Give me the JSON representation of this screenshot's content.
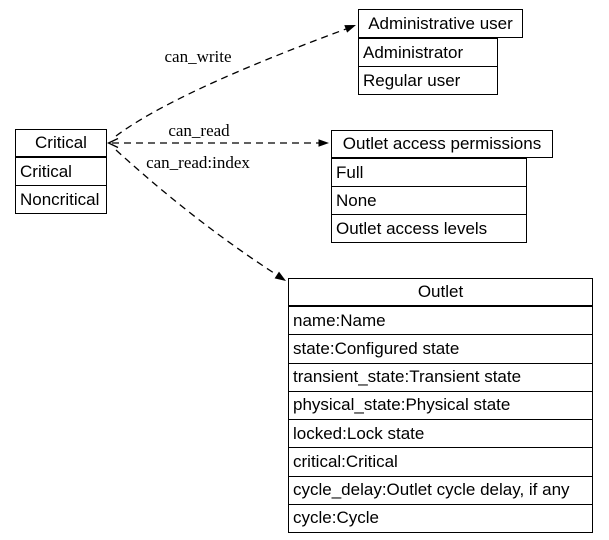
{
  "diagram": {
    "background_color": "#ffffff",
    "stroke_color": "#000000",
    "nodes": {
      "critical": {
        "title": "Critical",
        "rows": [
          "Critical",
          "Noncritical"
        ]
      },
      "admin_user": {
        "title": "Administrative user",
        "rows": [
          "Administrator",
          "Regular user"
        ]
      },
      "outlet_access": {
        "title": "Outlet access permissions",
        "rows": [
          "Full",
          "None",
          "Outlet access levels"
        ]
      },
      "outlet": {
        "title": "Outlet",
        "rows": [
          "name:Name",
          "state:Configured state",
          "transient_state:Transient state",
          "physical_state:Physical state",
          "locked:Lock state",
          "critical:Critical",
          "cycle_delay:Outlet cycle delay, if any",
          "cycle:Cycle"
        ]
      }
    },
    "edges": {
      "can_write": {
        "label": "can_write",
        "from": "Critical",
        "to": "Administrative user"
      },
      "can_read": {
        "label": "can_read",
        "from": "Critical",
        "to": "Outlet access permissions"
      },
      "can_read_index": {
        "label": "can_read:index",
        "from": "Critical",
        "to": "Outlet"
      }
    }
  }
}
